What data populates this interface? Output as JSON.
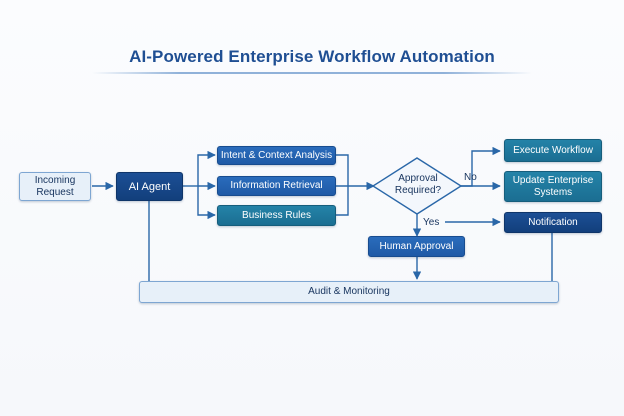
{
  "title": "AI-Powered Enterprise Workflow Automation",
  "nodes": {
    "incoming_request": "Incoming\nRequest",
    "ai_agent": "AI Agent",
    "intent_analysis": "Intent & Context Analysis",
    "information_retrieval": "Information Retrieval",
    "business_rules": "Business Rules",
    "approval_required": "Approval\nRequired?",
    "execute_workflow": "Execute Workflow",
    "update_systems": "Update Enterprise\nSystems",
    "notification": "Notification",
    "human_approval": "Human Approval",
    "audit_monitoring": "Audit & Monitoring"
  },
  "edge_labels": {
    "no": "No",
    "yes": "Yes"
  },
  "colors": {
    "title": "#1f4f93",
    "connector": "#2a67a8",
    "node_dark": "#1a4c90",
    "node_blue": "#2563b0",
    "node_teal": "#1f7aa0",
    "node_light": "#e7f0f9"
  }
}
